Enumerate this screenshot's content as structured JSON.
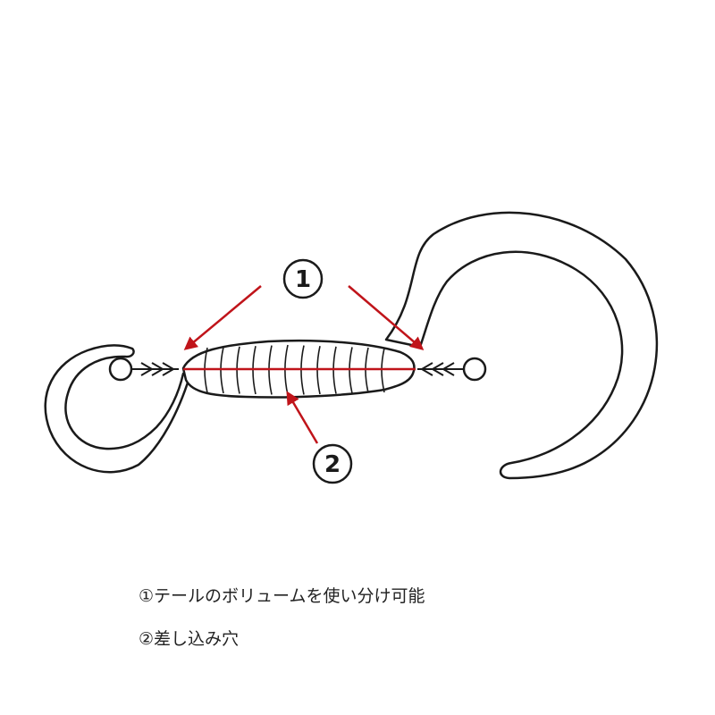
{
  "callouts": [
    {
      "number": "1",
      "label": "①テールのボリュームを使い分け可能"
    },
    {
      "number": "2",
      "label": "②差し込み穴"
    }
  ],
  "colors": {
    "outline": "#1a1a1a",
    "accent": "#c0141a",
    "fill": "#ffffff",
    "text": "#222222"
  }
}
